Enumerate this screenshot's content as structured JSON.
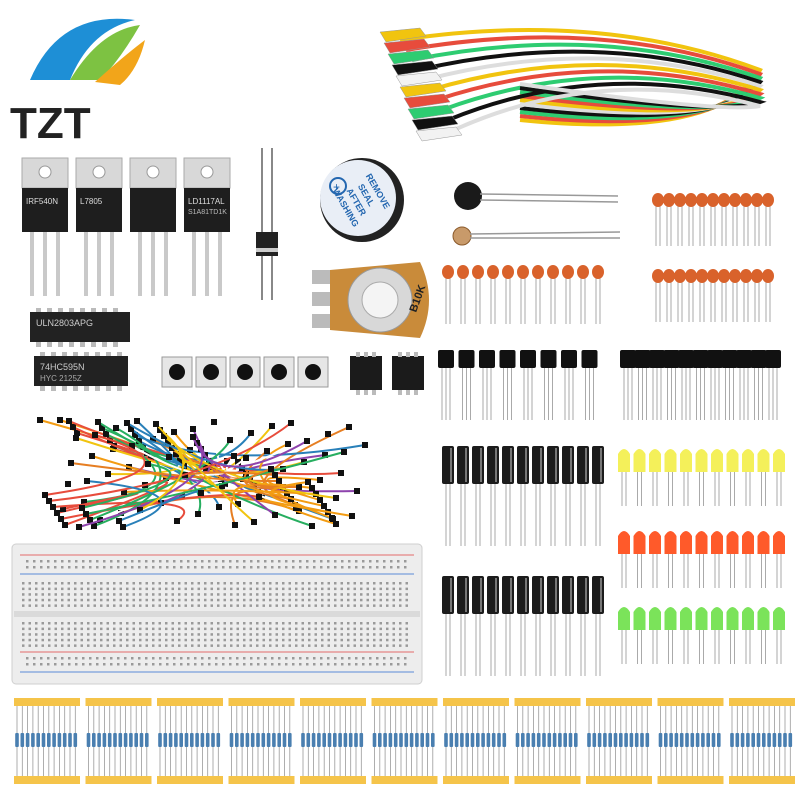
{
  "brand": {
    "logo_text": "TZT",
    "logo_colors": [
      "#1e8fd6",
      "#7dc242",
      "#f2a51a"
    ]
  },
  "regulators": [
    {
      "marking_1": "IRF540N",
      "marking_2": ""
    },
    {
      "marking_1": "L7805",
      "marking_2": ""
    },
    {
      "marking_1": "",
      "marking_2": ""
    },
    {
      "marking_1": "LD1117AL",
      "marking_2": "S1A81TD1K"
    }
  ],
  "ics": [
    {
      "marking_1": "ULN2803APG",
      "marking_2": ""
    },
    {
      "marking_1": "74HC595N",
      "marking_2": "HYC 2125Z"
    }
  ],
  "buzzer": {
    "line_1": "REMOVE",
    "line_2": "SEAL",
    "line_3": "AFTER",
    "line_4": "WASHING",
    "plus": "+"
  },
  "potentiometer": {
    "marking": "B10K"
  },
  "colors": {
    "jumper_wires": [
      "#f39c12",
      "#e74c3c",
      "#27ae60",
      "#2980b9",
      "#f1c40f",
      "#8e44ad",
      "#ffffff",
      "#e67e22"
    ],
    "led_yellow": "#f4f05a",
    "led_red": "#ff5a2a",
    "led_green": "#7be35a",
    "ceramic_cap": "#d9622b",
    "electrolytic_cap": "#1c1c1c",
    "resistor_tape": "#f5c44a",
    "resistor_body": "#4a7fb0",
    "clip_colors": [
      "#f1c40f",
      "#e74c3c",
      "#2ecc71",
      "#111111",
      "#ffffff"
    ]
  }
}
